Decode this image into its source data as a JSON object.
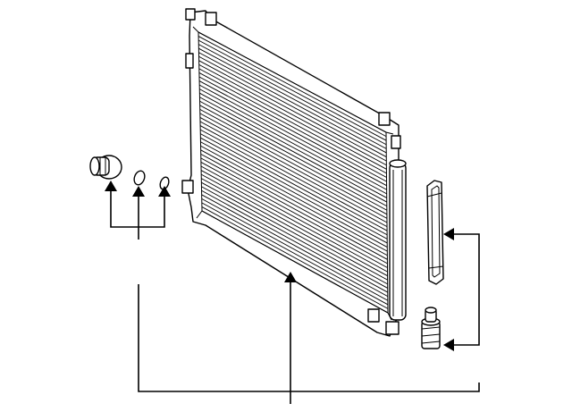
{
  "diagram": {
    "kind": "exploded-parts-illustration",
    "colors": {
      "ink": "#000000",
      "paper": "#ffffff"
    },
    "parts": [
      {
        "name": "condenser-core",
        "icon": "radiator-core-icon"
      },
      {
        "name": "receiver-drier-tank",
        "icon": "cylinder-tank-icon"
      },
      {
        "name": "filter-cartridge",
        "icon": "filter-strip-icon"
      },
      {
        "name": "drain-plug",
        "icon": "threaded-plug-icon"
      },
      {
        "name": "cap-plug",
        "icon": "cap-icon"
      },
      {
        "name": "o-ring-large",
        "icon": "o-ring-icon"
      },
      {
        "name": "o-ring-small",
        "icon": "o-ring-icon"
      }
    ],
    "callout_text": []
  }
}
